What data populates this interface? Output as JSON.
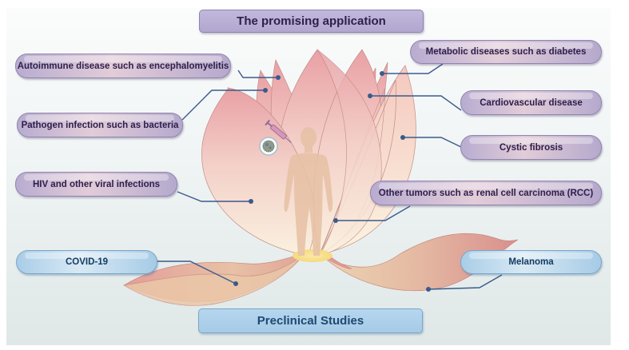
{
  "header": {
    "title": "The promising application"
  },
  "footer": {
    "title": "Preclinical Studies"
  },
  "applications": [
    {
      "id": "autoimmune",
      "label": "Autoimmune disease such as encephalomyelitis",
      "category": "promising"
    },
    {
      "id": "pathogen",
      "label": "Pathogen infection such as bacteria",
      "category": "promising"
    },
    {
      "id": "hiv",
      "label": "HIV and other viral infections",
      "category": "promising"
    },
    {
      "id": "metabolic",
      "label": "Metabolic diseases such as diabetes",
      "category": "promising"
    },
    {
      "id": "cardio",
      "label": "Cardiovascular disease",
      "category": "promising"
    },
    {
      "id": "cystic",
      "label": "Cystic fibrosis",
      "category": "promising"
    },
    {
      "id": "tumors",
      "label": "Other tumors such as renal cell carcinoma (RCC)",
      "category": "promising"
    }
  ],
  "preclinical": [
    {
      "id": "covid",
      "label": "COVID-19",
      "category": "preclinical"
    },
    {
      "id": "melanoma",
      "label": "Melanoma",
      "category": "preclinical"
    }
  ],
  "illustration": {
    "subject": "human-figure-in-lotus-flower",
    "icons": [
      "syringe-icon",
      "virus-cell-icon",
      "lotus-flower"
    ]
  },
  "colors": {
    "promising_pill": "#b8acd0",
    "preclinical_pill": "#a9cde7",
    "connector": "#3a5a8c",
    "petal_pink": "#e8a3a8",
    "petal_cream": "#f8edd8"
  }
}
